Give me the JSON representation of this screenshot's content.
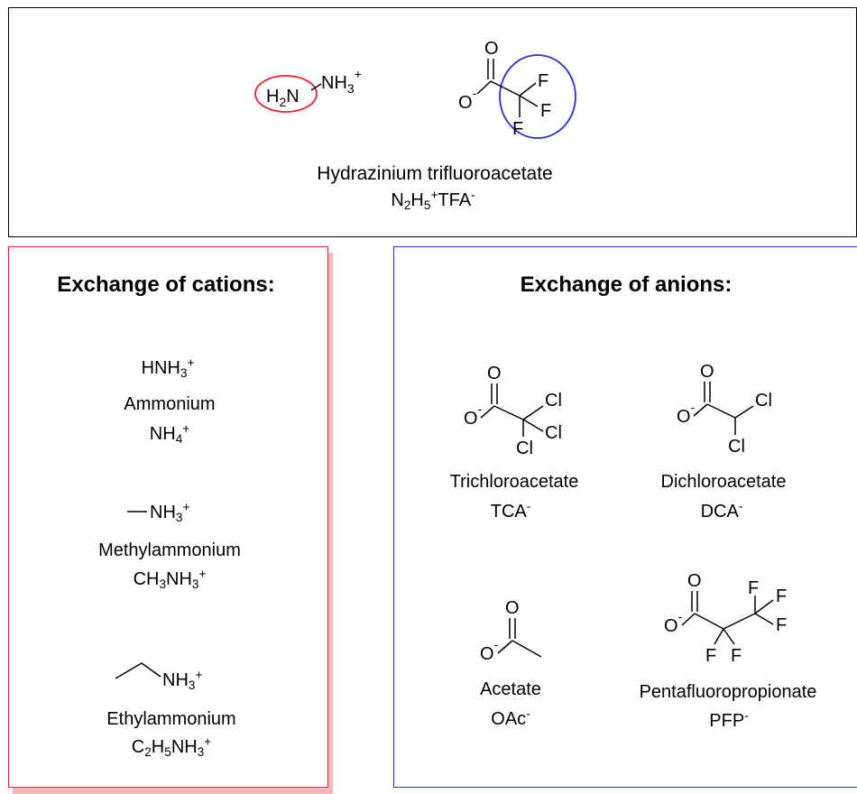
{
  "top": {
    "cation_formula": "H2N–NH3+",
    "anion_atoms": {
      "o": "O",
      "f": "F"
    },
    "name": "Hydrazinium trifluoroacetate",
    "formula": {
      "n": "N",
      "n_sub": "2",
      "h": "H",
      "h_sub": "5",
      "plus": "+",
      "tfa": "TFA",
      "minus": "-"
    }
  },
  "cations": {
    "header": "Exchange of cations:",
    "items": [
      {
        "structure": "HNH3+",
        "name": "Ammonium",
        "formula": "NH4+"
      },
      {
        "structure": "CH3–NH3+",
        "name": "Methylammonium",
        "formula": "CH3NH3+"
      },
      {
        "structure": "CH3CH2–NH3+",
        "name": "Ethylammonium",
        "formula": "C2H5NH3+"
      }
    ]
  },
  "anions": {
    "header": "Exchange of anions:",
    "atoms": {
      "o": "O",
      "cl": "Cl",
      "f": "F"
    },
    "items": [
      {
        "name": "Trichloroacetate",
        "abbr": "TCA",
        "charge": "-"
      },
      {
        "name": "Dichloroacetate",
        "abbr": "DCA",
        "charge": "-"
      },
      {
        "name": "Acetate",
        "abbr": "OAc",
        "charge": "-"
      },
      {
        "name": "Pentafluoropropionate",
        "abbr": "PFP",
        "charge": "-"
      }
    ]
  },
  "colors": {
    "cation_highlight": "#e8202a",
    "anion_highlight": "#2c2cd6",
    "cation_shadow": "#f7b7bd"
  },
  "icons": [
    "hydrazine-structure-icon",
    "trifluoroacetate-structure-icon",
    "trichloroacetate-structure-icon",
    "dichloroacetate-structure-icon",
    "acetate-structure-icon",
    "pentafluoropropionate-structure-icon"
  ]
}
